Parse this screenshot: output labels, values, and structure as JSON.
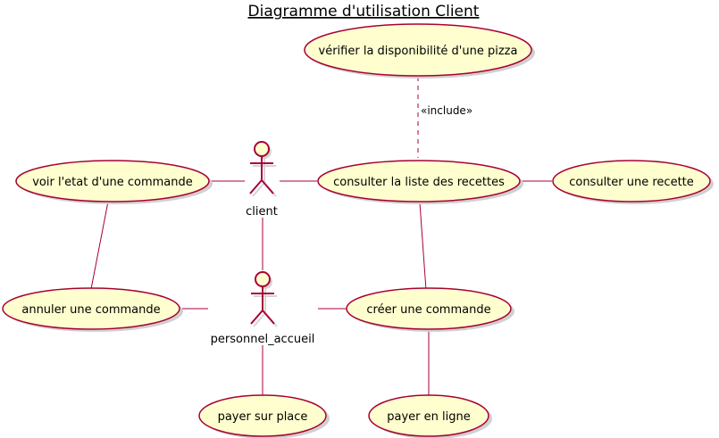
{
  "title": "Diagramme d'utilisation Client",
  "actors": {
    "client": "client",
    "personnel": "personnel_accueil"
  },
  "use_cases": {
    "verifier": "vérifier la disponibilité d'une pizza",
    "consulter_liste": "consulter la liste des recettes",
    "consulter_recette": "consulter une recette",
    "voir_etat": "voir l'etat d'une commande",
    "annuler": "annuler une commande",
    "creer": "créer une commande",
    "payer_place": "payer sur place",
    "payer_ligne": "payer en ligne"
  },
  "relations": {
    "include_label": "«include»"
  },
  "colors": {
    "fill": "#FEFECE",
    "stroke": "#A80036"
  }
}
